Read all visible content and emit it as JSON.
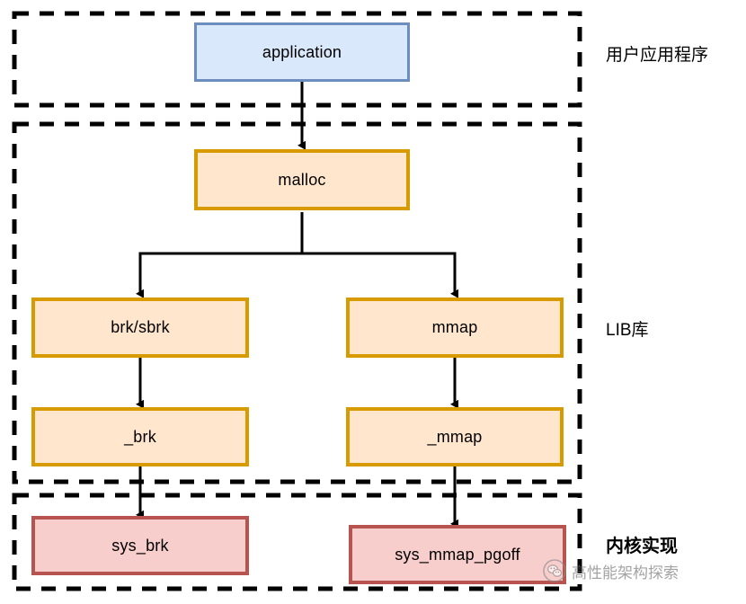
{
  "diagram": {
    "title": "memory allocation call flow",
    "zones": [
      {
        "id": "user",
        "label": "用户应用程序",
        "bold": false
      },
      {
        "id": "lib",
        "label": "LIB库",
        "bold": false
      },
      {
        "id": "kernel",
        "label": "内核实现",
        "bold": true
      }
    ],
    "nodes": {
      "application": "application",
      "malloc": "malloc",
      "brk_sbrk": "brk/sbrk",
      "mmap": "mmap",
      "_brk": "_brk",
      "_mmap": "_mmap",
      "sys_brk": "sys_brk",
      "sys_mmap_pgoff": "sys_mmap_pgoff"
    },
    "colors": {
      "app_fill": "#dae8fc",
      "app_stroke": "#6c8ebf",
      "lib_fill": "#ffe6cc",
      "lib_stroke": "#d79b00",
      "kernel_fill": "#f8cecc",
      "kernel_stroke": "#b85450",
      "connector": "#000000",
      "zone_border": "#000000",
      "background": "#ffffff"
    }
  },
  "watermark": {
    "text": "高性能架构探索",
    "icon": "wechat-logo-icon"
  }
}
